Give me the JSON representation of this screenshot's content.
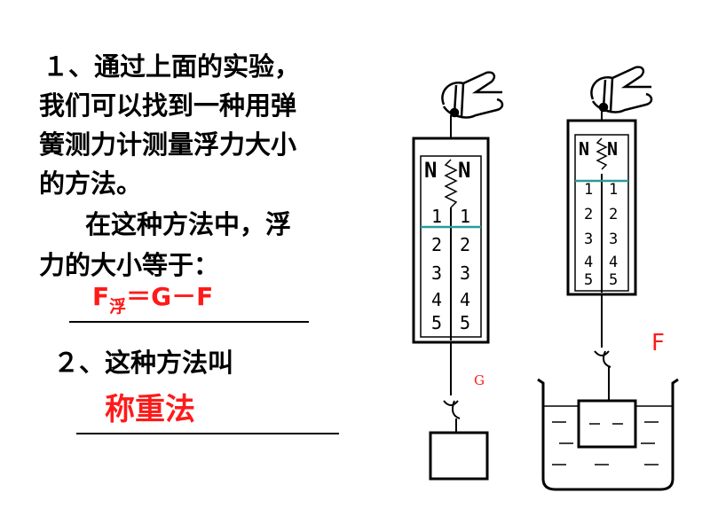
{
  "text": {
    "q1_line1": "１、通过上面的实验，",
    "q1_line2": "我们可以找到一种用弹",
    "q1_line3": "簧测力计测量浮力大小",
    "q1_line4": "的方法。",
    "q1_line5": "在这种方法中，浮",
    "q1_line6": "力的大小等于："
  },
  "formula": {
    "f": "F",
    "sub": "浮",
    "rest": "＝G－F"
  },
  "q2_text": "２、这种方法叫",
  "answer2": "称重法",
  "labels": {
    "g": "G",
    "f": "F"
  },
  "scale_marks": [
    "N",
    "1",
    "2",
    "3",
    "4",
    "5"
  ],
  "colors": {
    "answer": "#ff1a1a",
    "pointer": "#2a9a9a",
    "ink": "#000000"
  }
}
